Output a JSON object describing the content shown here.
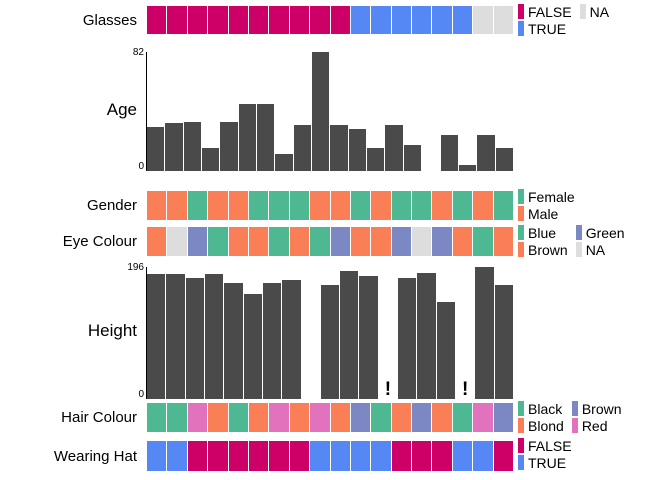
{
  "chart_data": {
    "type": "table",
    "title": "",
    "n_observations": 18,
    "variables": [
      {
        "name": "Glasses",
        "kind": "categorical",
        "values": [
          "FALSE",
          "FALSE",
          "FALSE",
          "FALSE",
          "FALSE",
          "FALSE",
          "FALSE",
          "FALSE",
          "FALSE",
          "FALSE",
          "TRUE",
          "TRUE",
          "TRUE",
          "TRUE",
          "TRUE",
          "TRUE",
          "NA",
          "NA"
        ],
        "legend": {
          "columns": 2,
          "entries": [
            {
              "label": "FALSE",
              "color": "#CC0066"
            },
            {
              "label": "TRUE",
              "color": "#5588F5"
            },
            {
              "label": "NA",
              "color": "#DDDDDD"
            }
          ]
        }
      },
      {
        "name": "Age",
        "kind": "numeric",
        "axis_max_label": "82",
        "axis_min_label": "0",
        "ylim": [
          0,
          82
        ],
        "values": [
          30,
          33,
          34,
          16,
          34,
          46,
          46,
          12,
          32,
          82,
          32,
          29,
          16,
          32,
          18,
          null,
          25,
          4,
          25,
          16
        ],
        "bar_color": "#4a4a4a"
      },
      {
        "name": "Gender",
        "kind": "categorical",
        "values": [
          "Male",
          "Male",
          "Female",
          "Male",
          "Male",
          "Female",
          "Female",
          "Female",
          "Male",
          "Male",
          "Female",
          "Male",
          "Female",
          "Female",
          "Male",
          "Female",
          "Male",
          "Female"
        ],
        "legend": {
          "columns": 1,
          "entries": [
            {
              "label": "Female",
              "color": "#4DB892"
            },
            {
              "label": "Male",
              "color": "#FA7F57"
            }
          ]
        }
      },
      {
        "name": "Eye Colour",
        "kind": "categorical",
        "values": [
          "Brown",
          "NA",
          "Green",
          "Blue",
          "Brown",
          "Brown",
          "Blue",
          "Brown",
          "Blue",
          "Green",
          "Brown",
          "Brown",
          "Green",
          "NA",
          "Green",
          "Brown",
          "Blue",
          "Brown"
        ],
        "legend": {
          "columns": 2,
          "entries": [
            {
              "label": "Blue",
              "color": "#4DB892"
            },
            {
              "label": "Brown",
              "color": "#FA7F57"
            },
            {
              "label": "Green",
              "color": "#7C88C4"
            },
            {
              "label": "NA",
              "color": "#DDDDDD"
            }
          ]
        }
      },
      {
        "name": "Height",
        "kind": "numeric",
        "axis_max_label": "196",
        "axis_min_label": "0",
        "ylim": [
          0,
          196
        ],
        "values": [
          186,
          186,
          180,
          186,
          172,
          156,
          172,
          177,
          null,
          170,
          190,
          183,
          null,
          179,
          187,
          144,
          null,
          196,
          170
        ],
        "missing_markers": [
          13,
          17
        ],
        "bar_color": "#4a4a4a"
      },
      {
        "name": "Hair Colour",
        "kind": "categorical",
        "values": [
          "Black",
          "Black",
          "Red",
          "Blond",
          "Black",
          "Blond",
          "Red",
          "Blond",
          "Red",
          "Blond",
          "Brown",
          "Black",
          "Blond",
          "Brown",
          "Blond",
          "Black",
          "Red",
          "Brown"
        ],
        "legend": {
          "columns": 2,
          "entries": [
            {
              "label": "Black",
              "color": "#4DB892"
            },
            {
              "label": "Blond",
              "color": "#FA7F57"
            },
            {
              "label": "Brown",
              "color": "#7C88C4"
            },
            {
              "label": "Red",
              "color": "#E272BC"
            }
          ]
        }
      },
      {
        "name": "Wearing Hat",
        "kind": "categorical",
        "values": [
          "TRUE",
          "TRUE",
          "FALSE",
          "FALSE",
          "FALSE",
          "FALSE",
          "FALSE",
          "FALSE",
          "TRUE",
          "TRUE",
          "TRUE",
          "TRUE",
          "FALSE",
          "FALSE",
          "FALSE",
          "TRUE",
          "TRUE",
          "FALSE"
        ],
        "legend": {
          "columns": 1,
          "entries": [
            {
              "label": "FALSE",
              "color": "#CC0066"
            },
            {
              "label": "TRUE",
              "color": "#5588F5"
            }
          ]
        }
      }
    ],
    "palette": {
      "bar": "#4a4a4a",
      "false": "#CC0066",
      "true": "#5588F5",
      "na": "#DDDDDD",
      "teal": "#4DB892",
      "orange": "#FA7F57",
      "periwinkle": "#7C88C4",
      "pink": "#E272BC",
      "background": "#FFFFFF",
      "axis": "#000000"
    },
    "missing_marker_glyph": "!"
  }
}
